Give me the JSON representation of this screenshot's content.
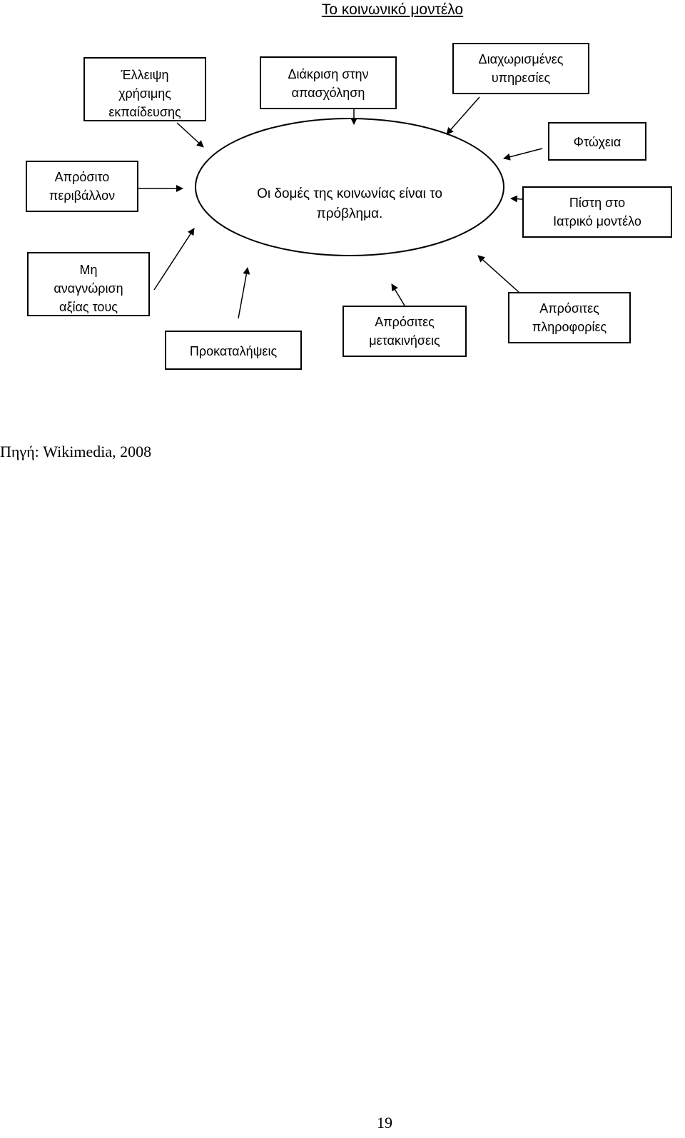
{
  "title": "Το κοινωνικό μοντέλο",
  "center": {
    "line1": "Οι δομές της κοινωνίας",
    "line2": "είναι το πρόβλημα."
  },
  "boxes": {
    "lack_education": [
      "Έλλειψη",
      "χρήσιμης",
      "εκπαίδευσης"
    ],
    "employment_discrimination": [
      "Διάκριση στην",
      "απασχόληση"
    ],
    "segregated_services": [
      "Διαχωρισμένες",
      "υπηρεσίες"
    ],
    "poverty": [
      "Φτώχεια"
    ],
    "inaccessible_environment": [
      "Απρόσιτο",
      "περιβάλλον"
    ],
    "medical_model_belief": [
      "Πίστη στο",
      "Ιατρικό μοντέλο"
    ],
    "non_recognition": [
      "Μη",
      "αναγνώριση",
      "αξίας τους"
    ],
    "prejudices": [
      "Προκαταλήψεις"
    ],
    "inaccessible_transport": [
      "Απρόσιτες",
      "μετακινήσεις"
    ],
    "inaccessible_information": [
      "Απρόσιτες",
      "πληροφορίες"
    ]
  },
  "source": "Πηγή: Wikimedia, 2008",
  "page_number": "19"
}
